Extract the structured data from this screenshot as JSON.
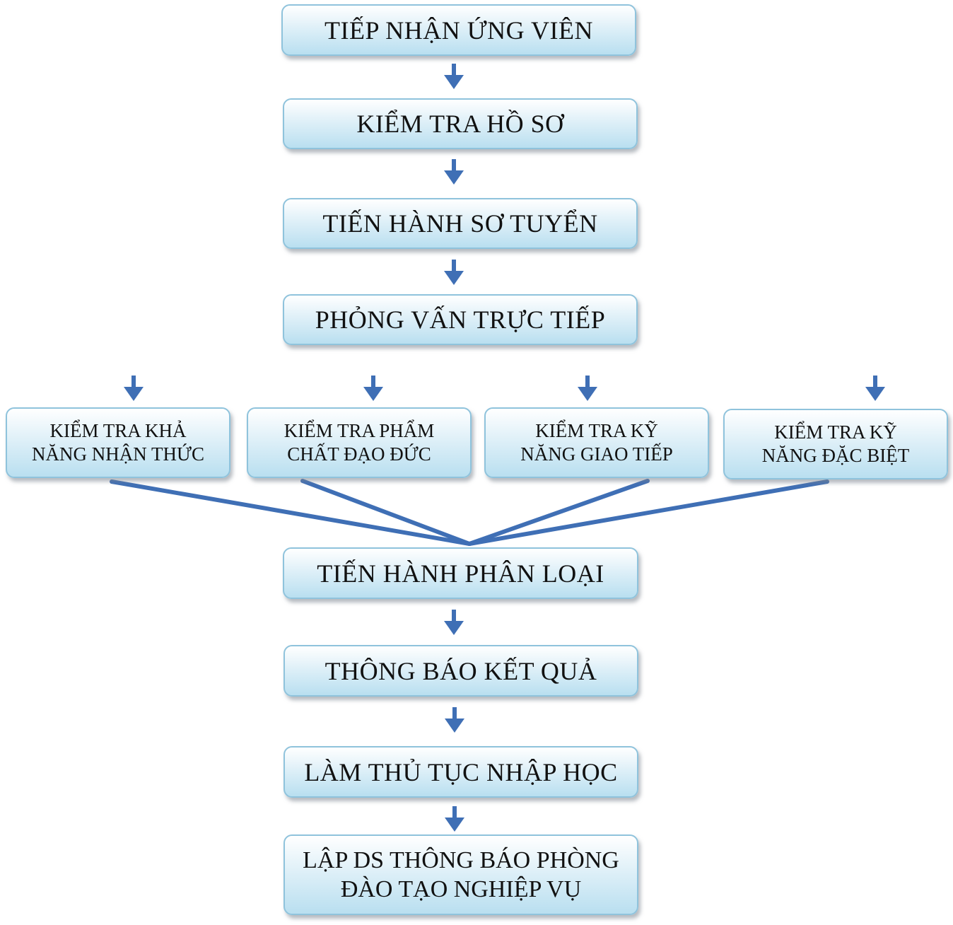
{
  "steps": {
    "receive_candidates": "TIẾP NHẬN ỨNG VIÊN",
    "check_records": "KIỂM TRA HỒ SƠ",
    "preliminary_round": "TIẾN HÀNH SƠ TUYỂN",
    "direct_interview": "PHỎNG VẤN TRỰC TIẾP",
    "classification": "TIẾN HÀNH PHÂN LOẠI",
    "announce_results": "THÔNG BÁO KẾT QUẢ",
    "enrollment": "LÀM THỦ TỤC NHẬP HỌC",
    "final_list": "LẬP DS THÔNG BÁO PHÒNG\nĐÀO TẠO NGHIỆP VỤ"
  },
  "checks": [
    {
      "label": "KIỂM TRA KHẢ\nNĂNG NHẬN THỨC"
    },
    {
      "label": "KIỂM TRA PHẨM\nCHẤT ĐẠO ĐỨC"
    },
    {
      "label": "KIỂM TRA KỸ\nNĂNG GIAO TIẾP"
    },
    {
      "label": "KIỂM TRA KỸ\nNĂNG ĐẶC BIỆT"
    }
  ],
  "colors": {
    "box_border": "#8fc3dc",
    "box_fill_top": "#ffffff",
    "box_fill_bottom": "#b9dff0",
    "arrow": "#3f6fb5",
    "connector": "#3f6fb5"
  }
}
